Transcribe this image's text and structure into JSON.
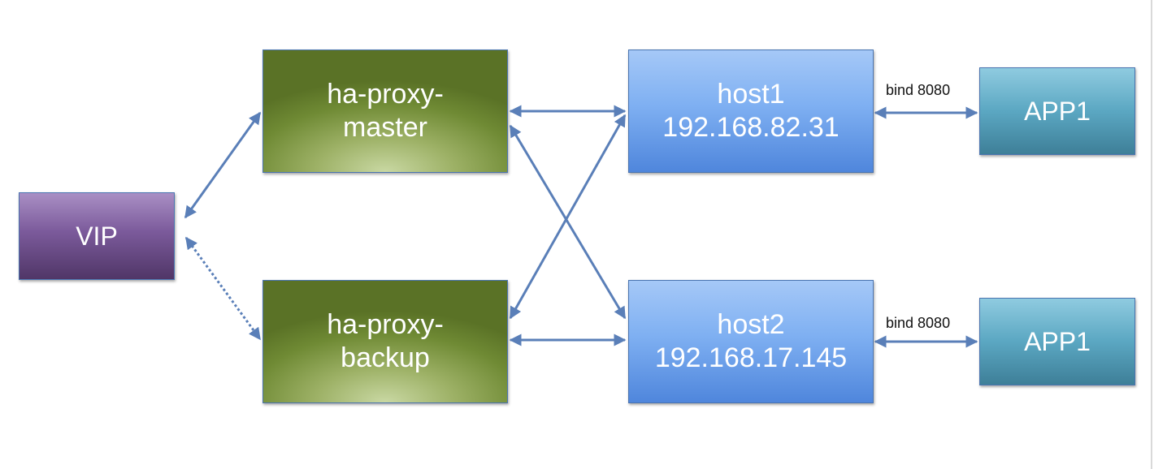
{
  "diagram": {
    "vip": {
      "label": "VIP"
    },
    "proxy_master": {
      "line1": "ha-proxy-",
      "line2": "master"
    },
    "proxy_backup": {
      "line1": "ha-proxy-",
      "line2": "backup"
    },
    "host1": {
      "line1": "host1",
      "line2": "192.168.82.31"
    },
    "host2": {
      "line1": "host2",
      "line2": "192.168.17.145"
    },
    "app1": {
      "label": "APP1"
    },
    "app2": {
      "label": "APP1"
    },
    "bind1": {
      "label": "bind 8080"
    },
    "bind2": {
      "label": "bind 8080"
    }
  },
  "colors": {
    "arrow": "#5a7fb8",
    "box_border": "#4a74b0"
  },
  "edges": [
    {
      "from": "vip",
      "to": "proxy_master",
      "style": "solid",
      "direction": "both"
    },
    {
      "from": "vip",
      "to": "proxy_backup",
      "style": "dotted",
      "direction": "both"
    },
    {
      "from": "proxy_master",
      "to": "host1",
      "style": "solid",
      "direction": "both"
    },
    {
      "from": "proxy_master",
      "to": "host2",
      "style": "solid",
      "direction": "both"
    },
    {
      "from": "proxy_backup",
      "to": "host1",
      "style": "solid",
      "direction": "both"
    },
    {
      "from": "proxy_backup",
      "to": "host2",
      "style": "solid",
      "direction": "both"
    },
    {
      "from": "host1",
      "to": "app1",
      "style": "solid",
      "direction": "both",
      "label": "bind 8080"
    },
    {
      "from": "host2",
      "to": "app2",
      "style": "solid",
      "direction": "both",
      "label": "bind 8080"
    }
  ]
}
